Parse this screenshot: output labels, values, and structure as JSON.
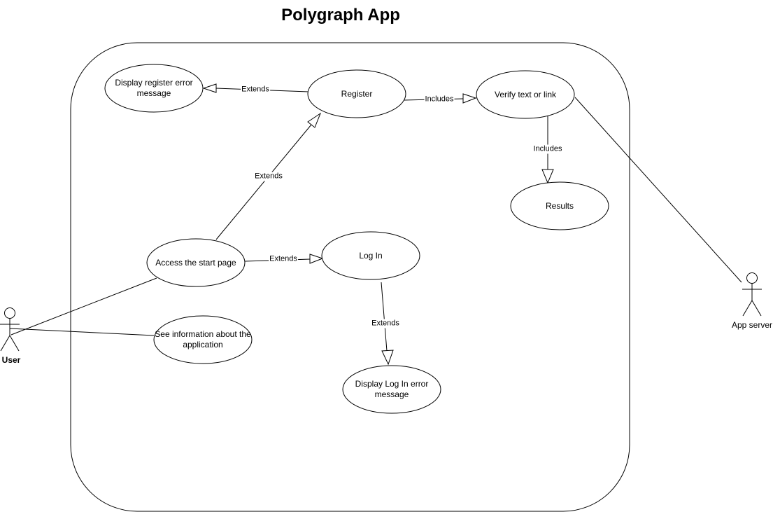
{
  "title": "Polygraph App",
  "use_cases": {
    "display_register_error": "Display register error message",
    "register": "Register",
    "verify": "Verify text or link",
    "results": "Results",
    "access_start": "Access the start page",
    "login": "Log In",
    "see_info": "See information about the application",
    "display_login_error": "Display Log In error message"
  },
  "actors": {
    "user": "User",
    "app_server": "App server"
  },
  "relations": {
    "register_to_error": "Extends",
    "register_to_verify": "Includes",
    "verify_to_results": "Includes",
    "access_to_register": "Extends",
    "access_to_login": "Extends",
    "login_to_error": "Extends"
  },
  "colors": {
    "stroke": "#000000",
    "background": "#ffffff"
  }
}
